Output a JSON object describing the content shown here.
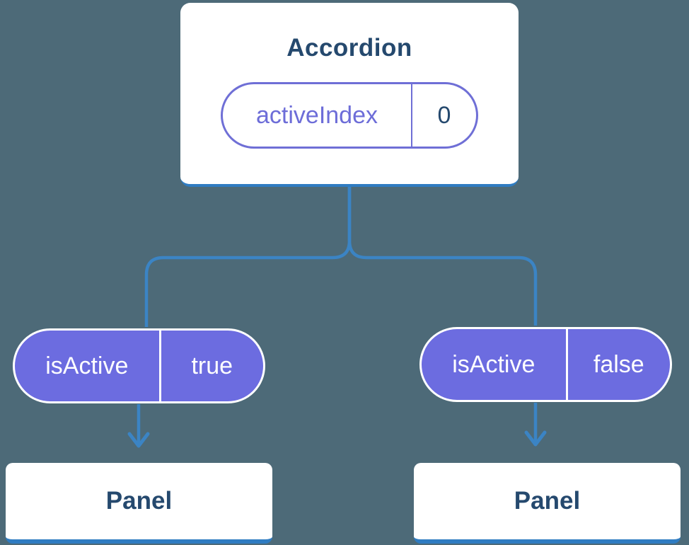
{
  "diagram": {
    "root": {
      "title": "Accordion",
      "pill": {
        "label": "activeIndex",
        "value": "0"
      }
    },
    "children": [
      {
        "pill": {
          "label": "isActive",
          "value": "true"
        },
        "panel": "Panel"
      },
      {
        "pill": {
          "label": "isActive",
          "value": "false"
        },
        "panel": "Panel"
      }
    ],
    "colors": {
      "background": "#4d6a78",
      "card_background": "#ffffff",
      "indigo_pill": "#6c6ce0",
      "indigo_text": "#6d6dd8",
      "connector_blue": "#3b84c4",
      "navy_text": "#25496e",
      "card_edge_blue": "#2f7cc2"
    }
  }
}
